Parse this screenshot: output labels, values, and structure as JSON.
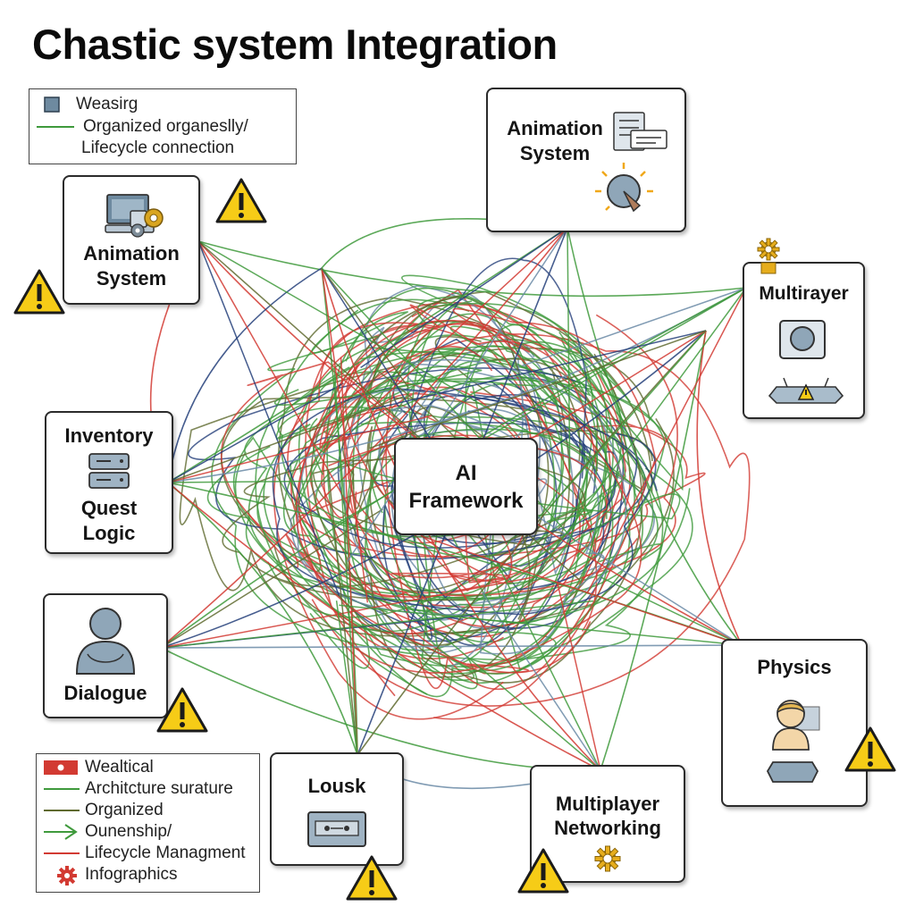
{
  "title": "Chastic system Integration",
  "center": {
    "line1": "AI",
    "line2": "Framework"
  },
  "nodes": {
    "animation_top": {
      "line1": "Animation",
      "line2": "System"
    },
    "animation_left": {
      "line1": "Animation",
      "line2": "System"
    },
    "multiplayer_right": {
      "label": "Multirayer"
    },
    "inventory": {
      "line1": "Inventory",
      "line2": "Quest",
      "line3": "Logic"
    },
    "dialogue": {
      "label": "Dialogue"
    },
    "physics": {
      "label": "Physics"
    },
    "lousk": {
      "label": "Lousk"
    },
    "networking": {
      "line1": "Multiplayer",
      "line2": "Networking"
    }
  },
  "legend_top": {
    "items": [
      {
        "label": "Weasirg"
      },
      {
        "label": "Organized organeslly/"
      },
      {
        "label": "Lifecycle connection"
      }
    ]
  },
  "legend_bottom": {
    "items": [
      {
        "label": "Wealtical"
      },
      {
        "label": "Architcture surature"
      },
      {
        "label": "Organized"
      },
      {
        "label": "Ounenship/"
      },
      {
        "label": "Lifecycle Managment"
      },
      {
        "label": "Infographics"
      }
    ]
  },
  "colors": {
    "green": "#3f9a3c",
    "red": "#d23a32",
    "navy": "#25407a",
    "olive": "#5f6a2f",
    "icon_fill": "#8fa6b8",
    "warn_yellow": "#f6cc17",
    "gear": "#e6ad1c"
  }
}
